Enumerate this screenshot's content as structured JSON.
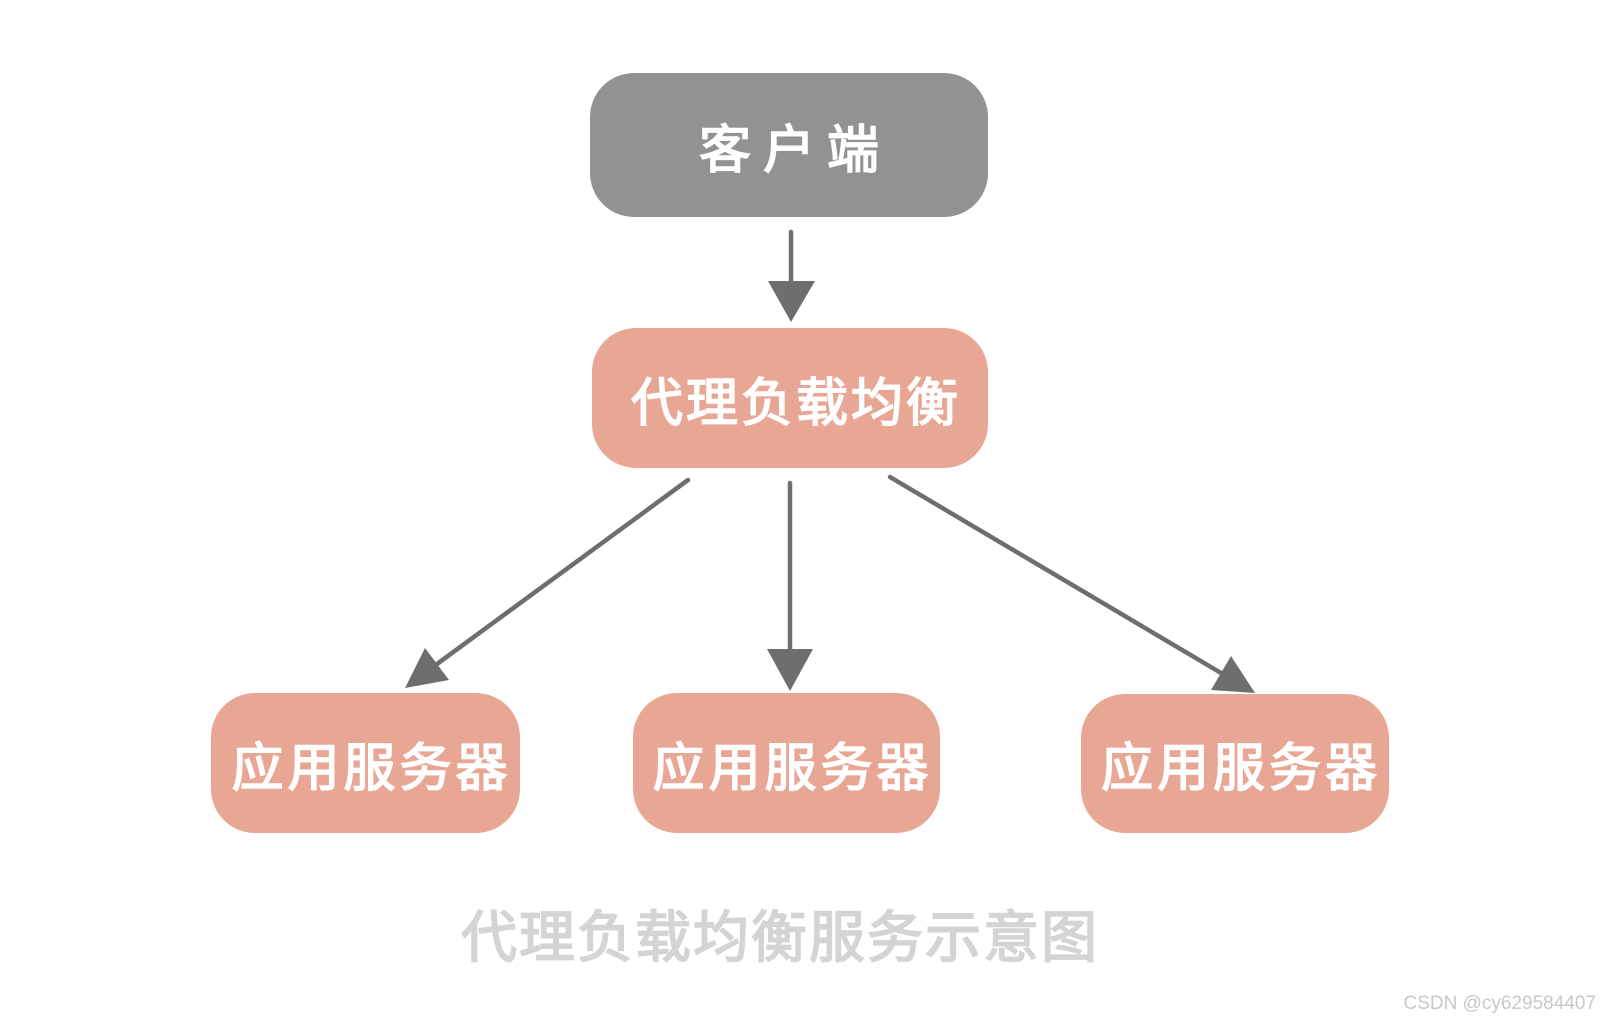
{
  "diagram": {
    "nodes": {
      "client": {
        "label": "客户端"
      },
      "load_balancer": {
        "label": "代理负载均衡"
      },
      "app_server_1": {
        "label": "应用服务器"
      },
      "app_server_2": {
        "label": "应用服务器"
      },
      "app_server_3": {
        "label": "应用服务器"
      }
    },
    "edges": [
      {
        "from": "client",
        "to": "load_balancer"
      },
      {
        "from": "load_balancer",
        "to": "app_server_1"
      },
      {
        "from": "load_balancer",
        "to": "app_server_2"
      },
      {
        "from": "load_balancer",
        "to": "app_server_3"
      }
    ],
    "caption": "代理负载均衡服务示意图",
    "watermark": "CSDN @cy629584407",
    "colors": {
      "background": "#ffffff",
      "client_fill": "#929292",
      "node_fill": "#e8a694",
      "node_text": "#ffffff",
      "arrow": "#6e6e6e",
      "caption_text": "#d4d4d4",
      "watermark_text": "#c8c8c8"
    }
  }
}
